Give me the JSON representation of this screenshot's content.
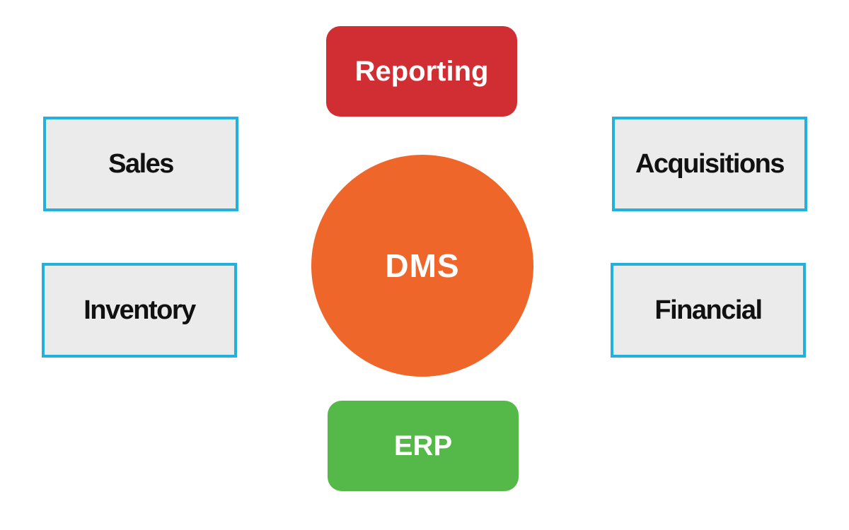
{
  "diagram": {
    "center": {
      "label": "DMS",
      "color": "#ee662a"
    },
    "top": {
      "label": "Reporting",
      "color": "#d12e33"
    },
    "bottom": {
      "label": "ERP",
      "color": "#55b94a"
    },
    "modules": {
      "sales": "Sales",
      "inventory": "Inventory",
      "acquisitions": "Acquisitions",
      "financial": "Financial"
    },
    "module_style": {
      "fill": "#ebebeb",
      "border": "#22b0dc"
    }
  }
}
